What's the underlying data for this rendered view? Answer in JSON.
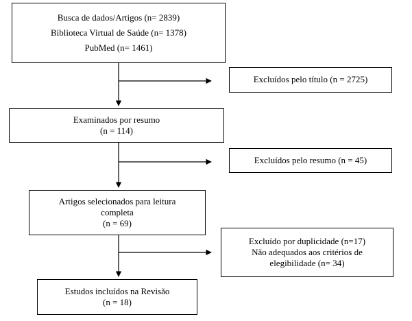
{
  "flow": {
    "search_box": {
      "lines": [
        "Busca de dados/Artigos (n= 2839)",
        "Biblioteca Virtual de Saúde (n= 1378)",
        "PubMed (n= 1461)"
      ]
    },
    "excluded_title": "Excluídos pelo título (n = 2725)",
    "abstract_box": {
      "lines": [
        "Examinados por resumo",
        "(n = 114)"
      ]
    },
    "excluded_abstract": "Excluídos pelo resumo (n = 45)",
    "fulltext_box": {
      "lines": [
        "Artigos selecionados para leitura",
        "completa",
        "(n = 69)"
      ]
    },
    "excluded_duplicate": {
      "lines": [
        "Excluído por duplicidade (n=17)",
        "Não adequados aos critérios de",
        "elegibilidade (n= 34)"
      ]
    },
    "included_box": {
      "lines": [
        "Estudos incluídos na Revisão",
        "(n = 18)"
      ]
    }
  },
  "colors": {
    "line": "#000000",
    "background": "#ffffff"
  }
}
